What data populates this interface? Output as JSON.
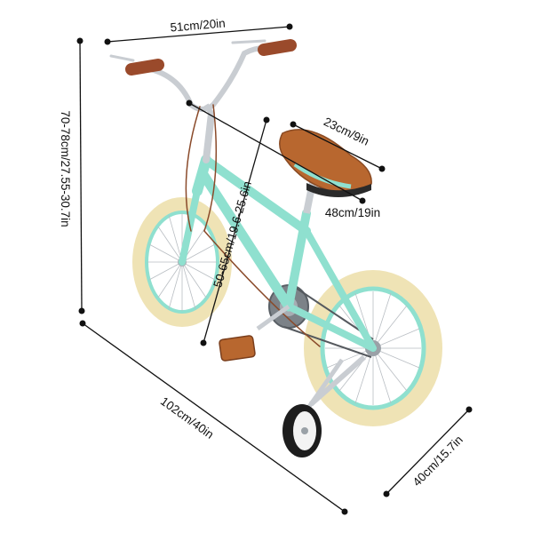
{
  "dimensions": {
    "handlebar_width": "51cm/20in",
    "overall_height": "70-78cm/27.55-30.7in",
    "seat_length": "23cm/9in",
    "seat_height_from_ground": "48cm/19in",
    "seat_tube_height": "50-65cm/19.6-25.6in",
    "overall_length": "102cm/40in",
    "overall_width": "40cm/15.7in"
  },
  "colors": {
    "frame": "#8fe0cf",
    "tire": "#efe3b5",
    "rim": "#7fd6c4",
    "saddle": "#b8672f",
    "grip": "#9a4a2b",
    "chrome": "#c9cdd2",
    "dimension_line": "#111111"
  }
}
